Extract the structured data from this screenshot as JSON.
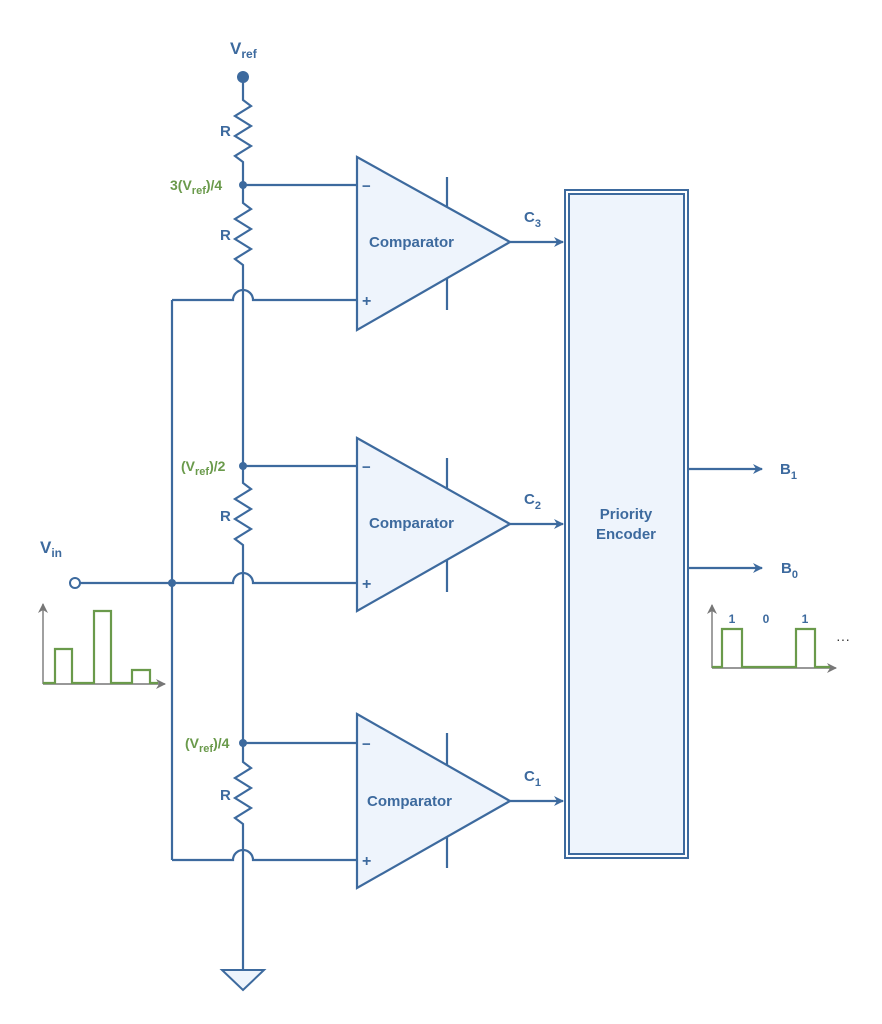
{
  "labels": {
    "vref_main": "V",
    "vref_sub": "ref",
    "vin_main": "V",
    "vin_sub": "in",
    "resistor": "R",
    "node_3q_pre": "3(V",
    "node_3q_sub": "ref",
    "node_3q_post": ")/4",
    "node_half_pre": "(V",
    "node_half_sub": "ref",
    "node_half_post": ")/2",
    "node_q_pre": "(V",
    "node_q_sub": "ref",
    "node_q_post": ")/4",
    "minus": "−",
    "plus": "+",
    "comparator": "Comparator",
    "encoder_line1": "Priority",
    "encoder_line2": "Encoder",
    "c_main": "C",
    "c3_sub": "3",
    "c2_sub": "2",
    "c1_sub": "1",
    "b_main": "B",
    "b1_sub": "1",
    "b0_sub": "0",
    "out_bit1": "1",
    "out_bit2": "0",
    "out_bit3": "1",
    "ellipsis": "···"
  },
  "colors": {
    "wire": "#3d6a9e",
    "node_label": "#6a9a4b",
    "fill": "#eef4fc",
    "axis": "#777777"
  }
}
